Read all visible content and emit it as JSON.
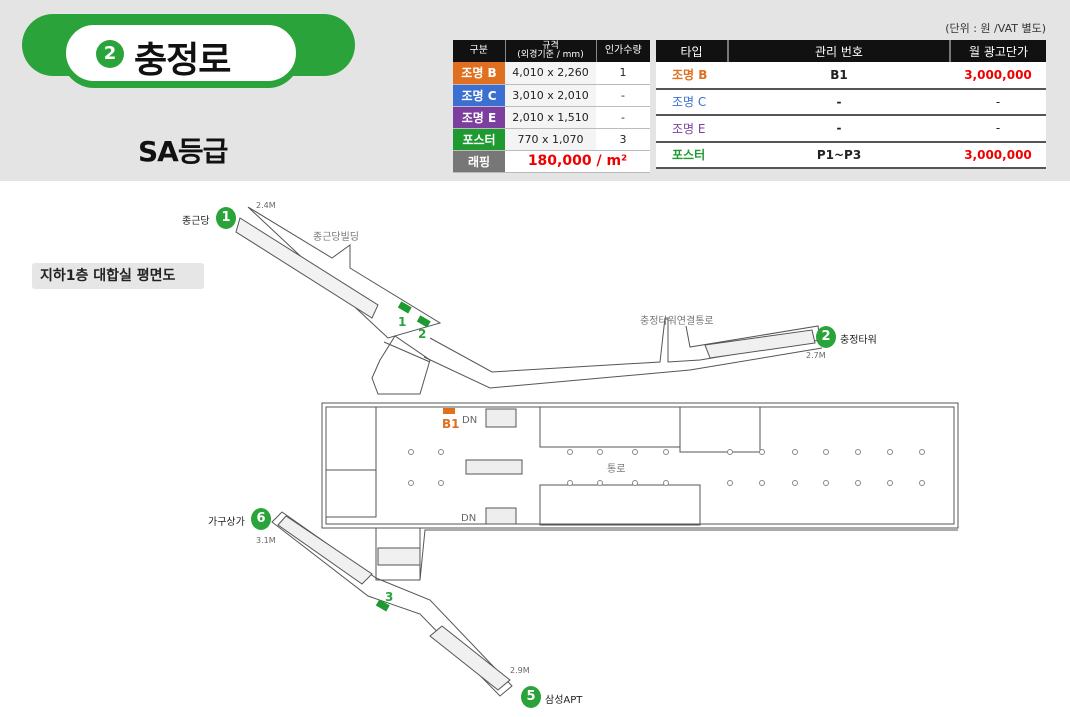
{
  "header": {
    "station_number": "2",
    "station_name": "충정로",
    "grade": "SA등급",
    "unit_note": "(단위 : 원 /VAT 별도)"
  },
  "spec_table": {
    "headers": [
      "구분",
      "규격\n(외경기준 / mm)",
      "인가수량"
    ],
    "rows": [
      {
        "category": "조명 B",
        "size": "4,010 x 2,260",
        "qty": "1",
        "color": "#e07020"
      },
      {
        "category": "조명 C",
        "size": "3,010 x 2,010",
        "qty": "-",
        "color": "#3b6fd1"
      },
      {
        "category": "조명 E",
        "size": "2,010 x 1,510",
        "qty": "-",
        "color": "#7c3fa0"
      },
      {
        "category": "포스터",
        "size": "770 x 1,070",
        "qty": "3",
        "color": "#1f9a30"
      }
    ],
    "wrapping_label": "래핑",
    "wrapping_price": "180,000 / m²"
  },
  "price_table": {
    "headers": [
      "타입",
      "관리 번호",
      "월 광고단가"
    ],
    "rows": [
      {
        "type": "조명 B",
        "no": "B1",
        "price": "3,000,000",
        "color": "#e07020"
      },
      {
        "type": "조명 C",
        "no": "-",
        "price": "-",
        "color": "#3b6fd1"
      },
      {
        "type": "조명 E",
        "no": "-",
        "price": "-",
        "color": "#7c3fa0"
      },
      {
        "type": "포스터",
        "no": "P1~P3",
        "price": "3,000,000",
        "color": "#1f9a30"
      }
    ]
  },
  "floor_plan": {
    "title": "지하1층 대합실 평면도",
    "exits": [
      {
        "number": "1",
        "label": "종근당",
        "distance": "2.4M"
      },
      {
        "number": "2",
        "label": "충정타워",
        "distance": "2.7M"
      },
      {
        "number": "6",
        "label": "가구상가",
        "distance": "3.1M"
      },
      {
        "number": "5",
        "label": "삼성APT",
        "distance": "2.9M"
      }
    ],
    "areas": {
      "building": "종근당빌딩",
      "connector": "충정타워연결통로",
      "passage": "통로",
      "dn_top": "DN",
      "dn_bottom": "DN"
    },
    "ad_markers": {
      "p1": "1",
      "p2": "2",
      "p3": "3",
      "b1": "B1"
    }
  },
  "colors": {
    "line_green": "#2aa43a",
    "accent_red": "#e00000",
    "header_bg": "#e4e4e4"
  }
}
